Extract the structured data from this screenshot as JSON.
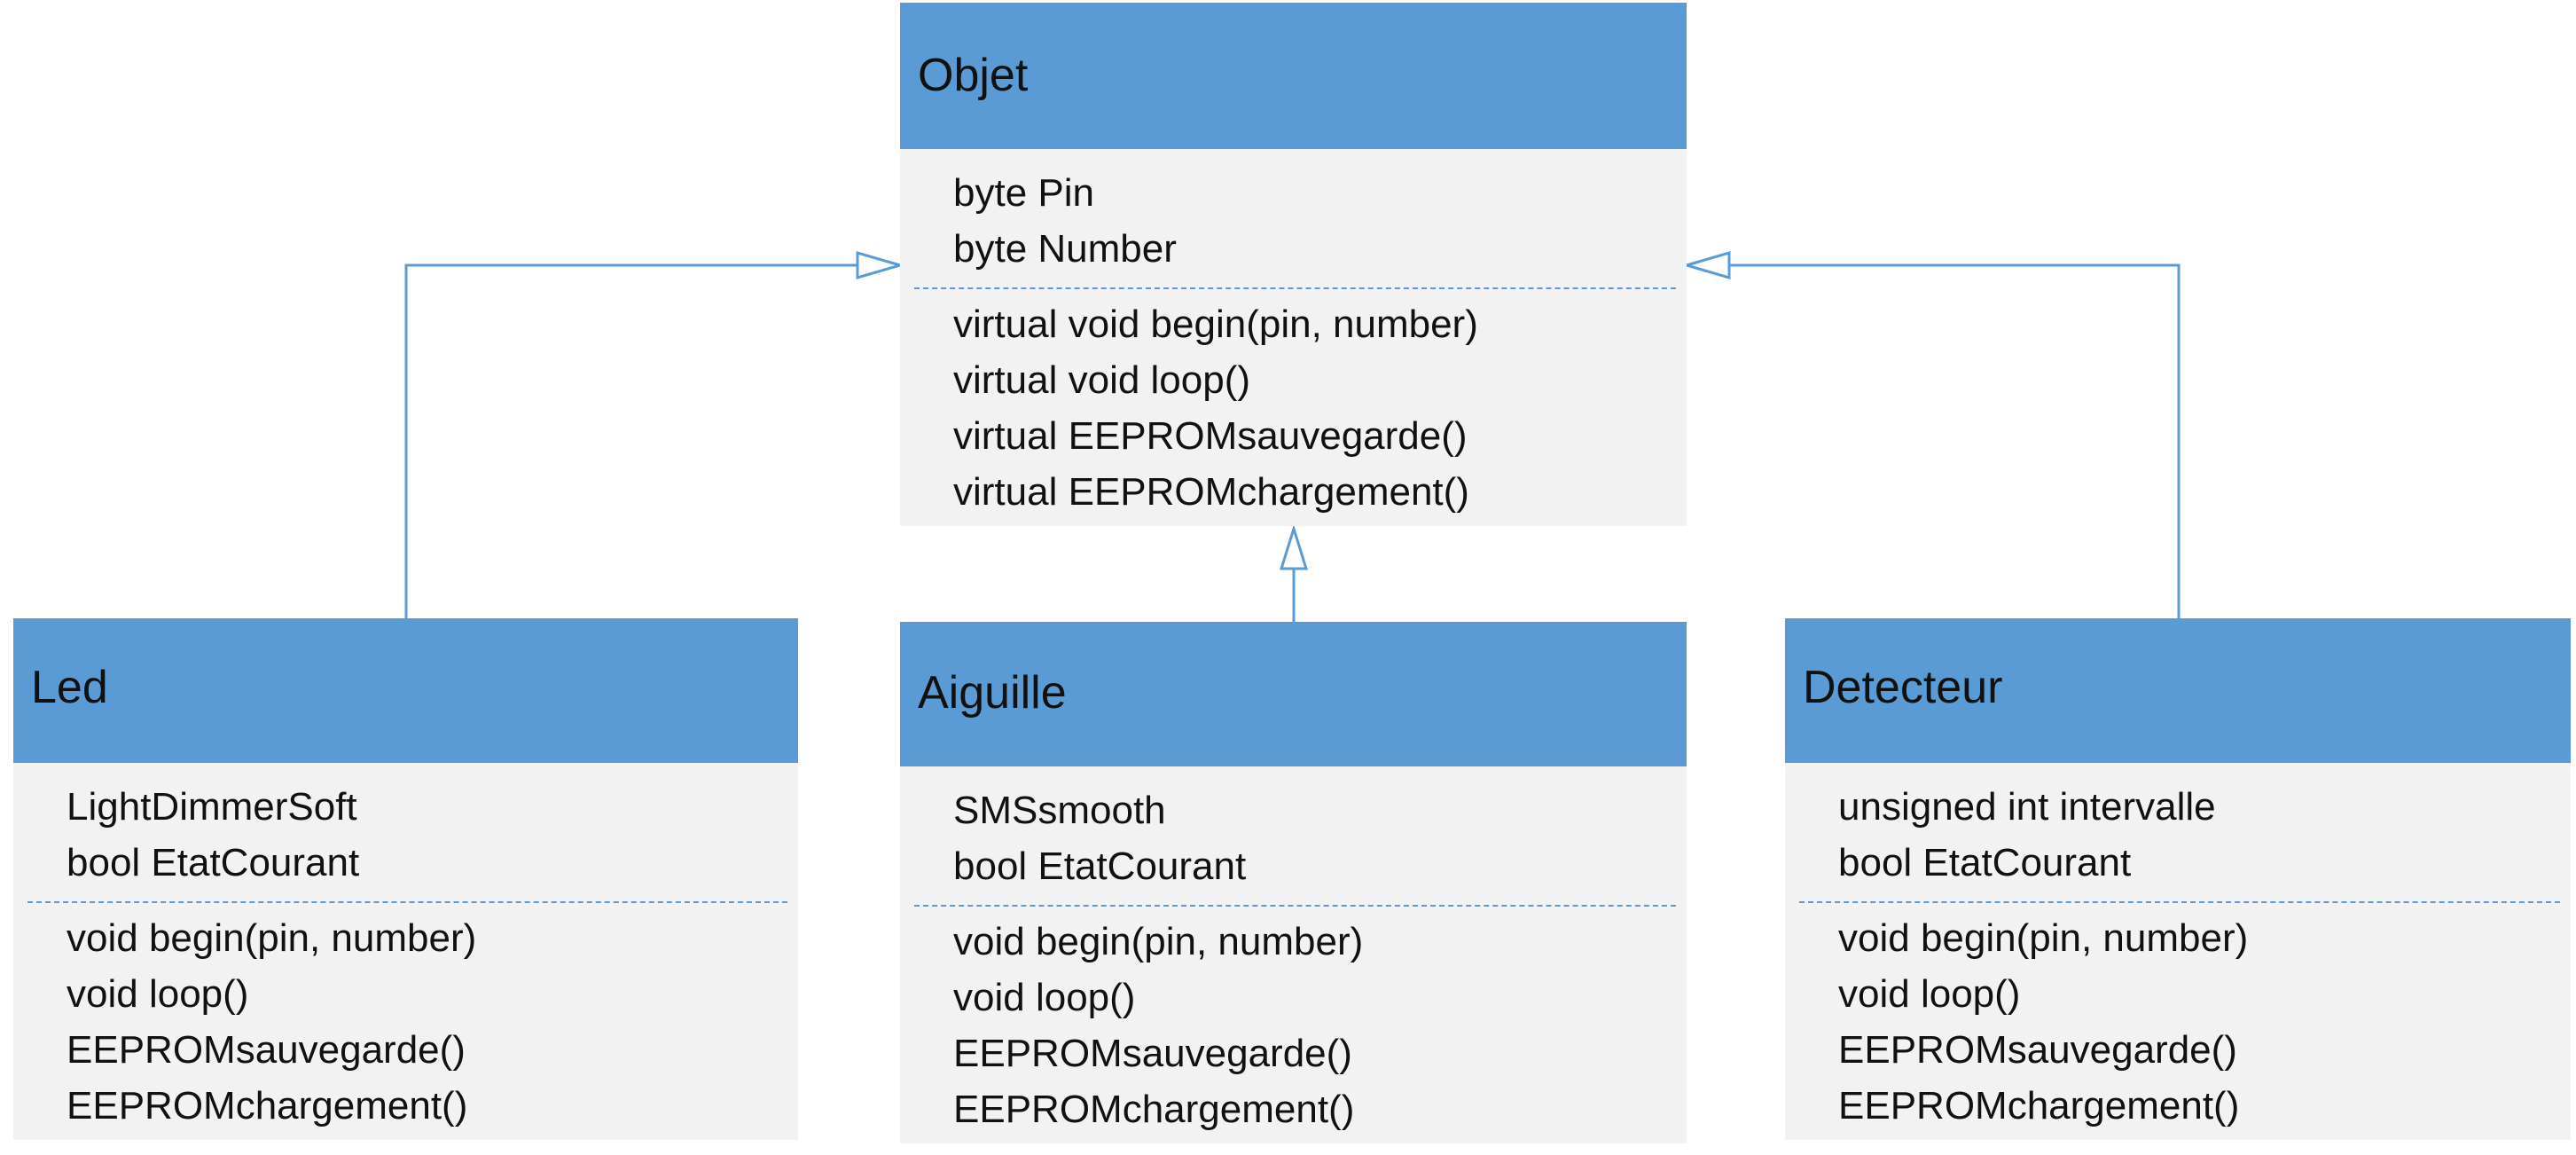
{
  "colors": {
    "header": "#5b9bd5",
    "body": "#f2f2f2",
    "line": "#5b9bd5"
  },
  "classes": {
    "objet": {
      "name": "Objet",
      "attributes": [
        "byte Pin",
        "byte Number"
      ],
      "methods": [
        "virtual void begin(pin, number)",
        "virtual void loop()",
        "virtual EEPROMsauvegarde()",
        "virtual EEPROMchargement()"
      ]
    },
    "led": {
      "name": "Led",
      "attributes": [
        "LightDimmerSoft",
        "bool EtatCourant"
      ],
      "methods": [
        "void begin(pin, number)",
        "void loop()",
        "EEPROMsauvegarde()",
        "EEPROMchargement()"
      ]
    },
    "aiguille": {
      "name": "Aiguille",
      "attributes": [
        "SMSsmooth",
        "bool EtatCourant"
      ],
      "methods": [
        "void begin(pin, number)",
        "void loop()",
        "EEPROMsauvegarde()",
        "EEPROMchargement()"
      ]
    },
    "detecteur": {
      "name": "Detecteur",
      "attributes": [
        "unsigned int intervalle",
        "bool EtatCourant"
      ],
      "methods": [
        "void begin(pin, number)",
        "void loop()",
        "EEPROMsauvegarde()",
        "EEPROMchargement()"
      ]
    }
  }
}
